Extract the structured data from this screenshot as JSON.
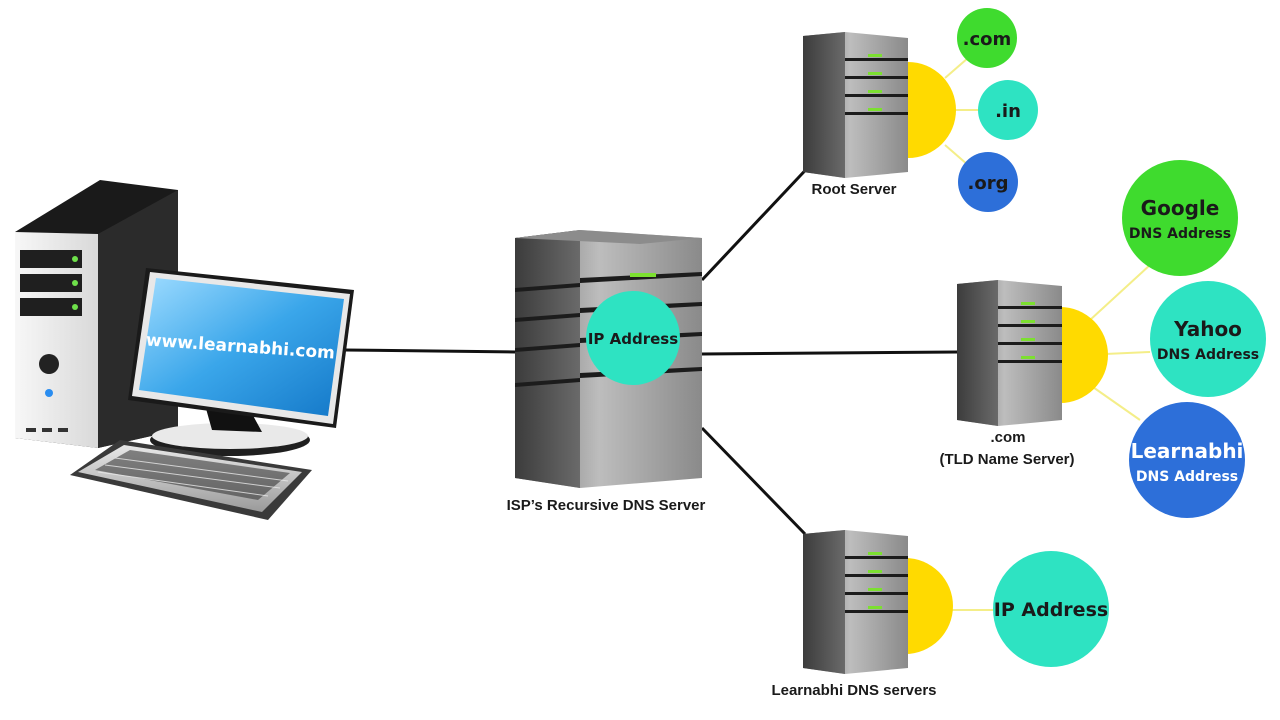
{
  "colors": {
    "yellow": "#FFDA00",
    "green": "#3FDB2E",
    "teal": "#2EE3C2",
    "blue": "#2D6FD9",
    "led": "#7CE030",
    "line": "#111111",
    "branch": "#F4EE88",
    "server_dark": "#5a5a5a",
    "server_light": "#c4c4c4"
  },
  "client": {
    "url": "www.learnabhi.com"
  },
  "recursive": {
    "badge": "IP Address",
    "caption": "ISP’s Recursive DNS Server"
  },
  "root": {
    "caption": "Root Server",
    "tlds": [
      ".com",
      ".in",
      ".org"
    ]
  },
  "tld_server": {
    "caption_line1": ".com",
    "caption_line2": "(TLD Name Server)",
    "entries": [
      {
        "title": "Google",
        "subtitle": "DNS Address"
      },
      {
        "title": "Yahoo",
        "subtitle": "DNS Address"
      },
      {
        "title": "Learnabhi",
        "subtitle": "DNS Address"
      }
    ]
  },
  "authoritative": {
    "caption": "Learnabhi DNS servers",
    "result": "IP Address"
  }
}
